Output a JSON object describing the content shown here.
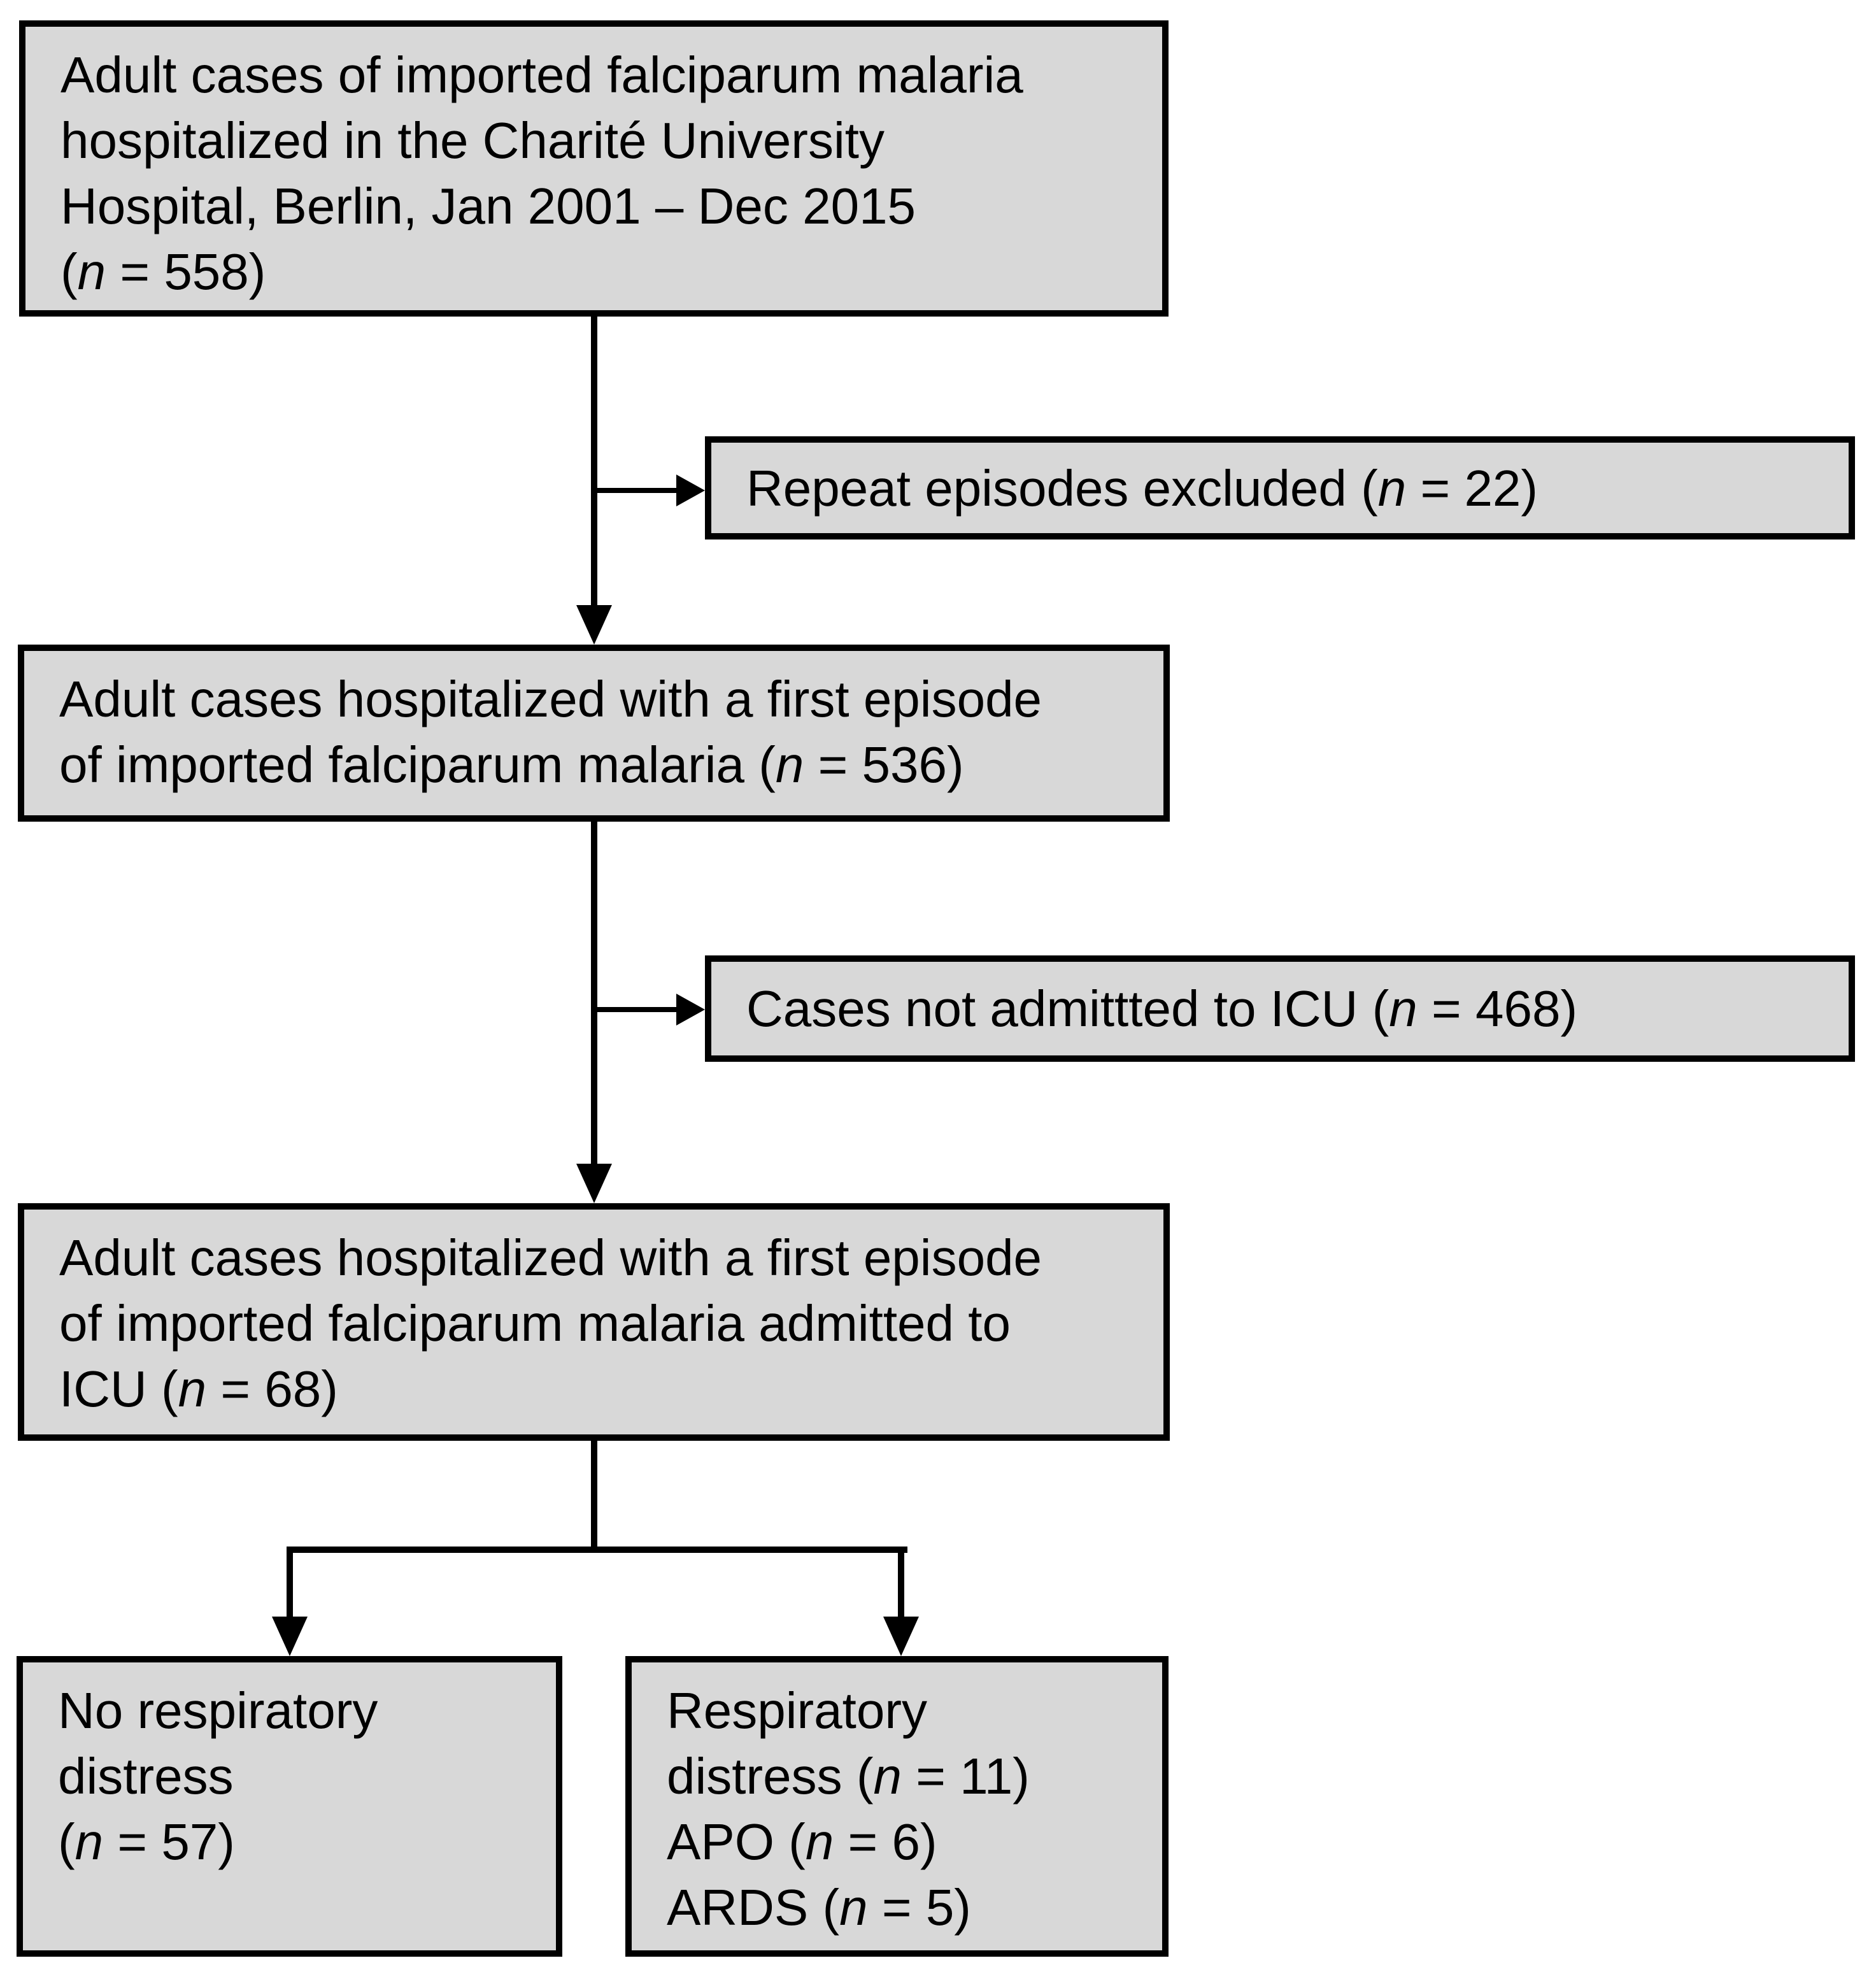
{
  "figure": {
    "background": "#ffffff",
    "box_fill": "#d8d8d8",
    "box_border": "#000000",
    "text_color": "#000000"
  },
  "boxes": [
    {
      "id": "source",
      "lines": [
        "Adult cases of imported falciparum malaria",
        "hospitalized in the Charité University",
        "Hospital, Berlin, Jan 2001 – Dec 2015",
        "(n = 558)"
      ]
    },
    {
      "id": "excluded-repeat",
      "lines": [
        "Repeat episodes excluded (n = 22)"
      ]
    },
    {
      "id": "first-episode",
      "lines": [
        "Adult cases hospitalized with a first episode",
        "of imported falciparum malaria (n = 536)"
      ]
    },
    {
      "id": "not-admitted-icu",
      "lines": [
        "Cases not admittted to ICU (n = 468)"
      ]
    },
    {
      "id": "icu",
      "lines": [
        "Adult cases hospitalized with a first episode",
        "of imported falciparum malaria admitted to",
        "ICU (n = 68)"
      ]
    },
    {
      "id": "no-respiratory-distress",
      "lines": [
        "No respiratory",
        "distress",
        "(n = 57)"
      ]
    },
    {
      "id": "respiratory-distress",
      "lines": [
        "Respiratory",
        "distress (n = 11)",
        "APO (n = 6)",
        "ARDS (n = 5)"
      ]
    }
  ]
}
